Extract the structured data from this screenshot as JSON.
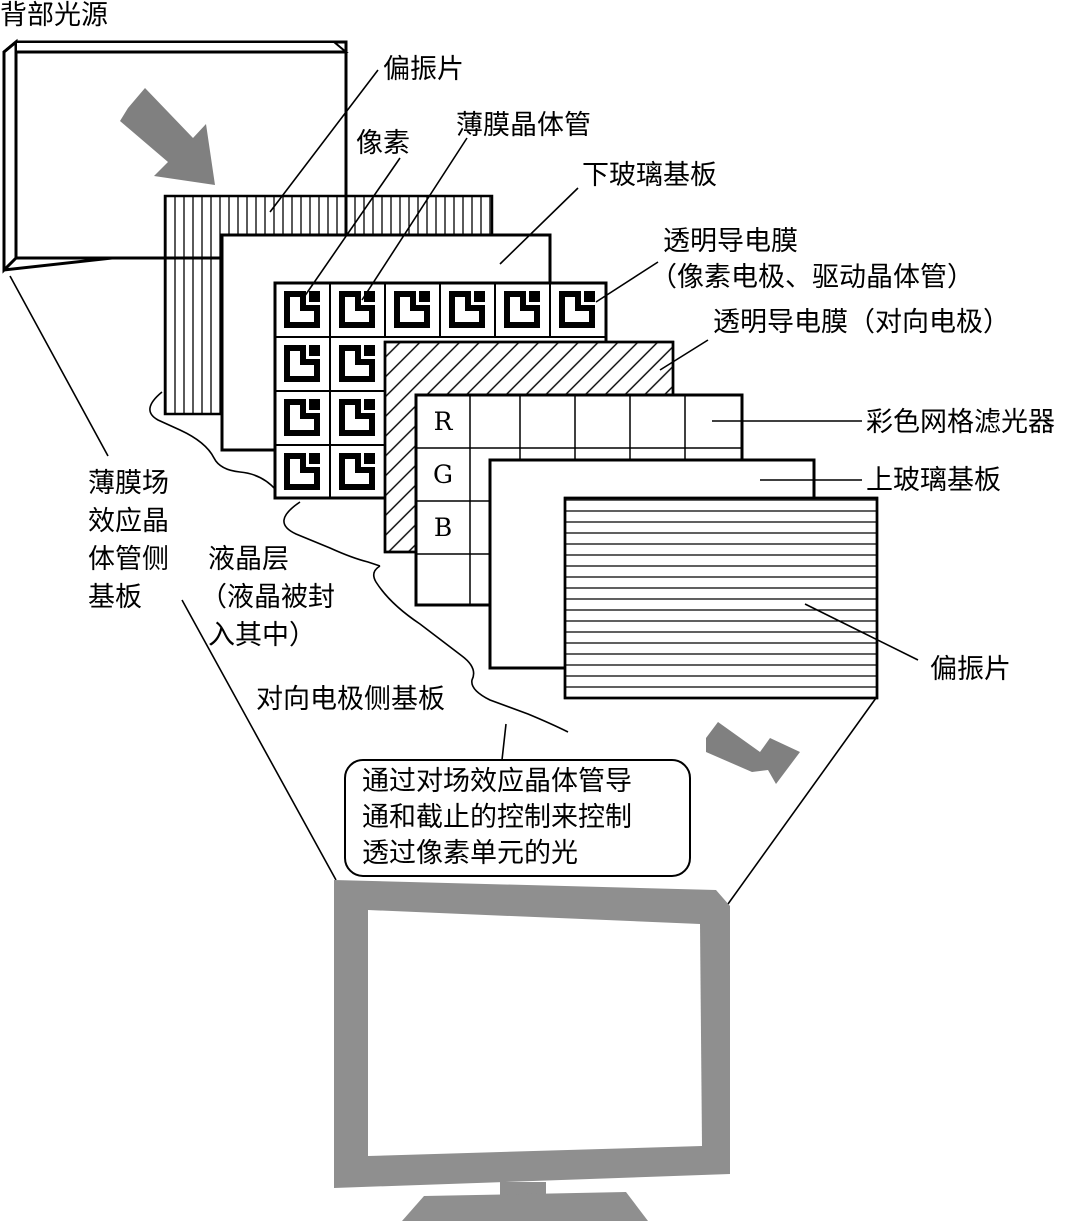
{
  "labels": {
    "backlight": "背部光源",
    "polarizer_top": "偏振片",
    "pixel": "像素",
    "tft": "薄膜晶体管",
    "lower_glass": "下玻璃基板",
    "transparent_film_1_line1": "透明导电膜",
    "transparent_film_1_line2": "（像素电极、驱动晶体管）",
    "transparent_film_2": "透明导电膜（对向电极）",
    "color_filter": "彩色网格滤光器",
    "upper_glass": "上玻璃基板",
    "polarizer_bottom": "偏振片",
    "tft_substrate": [
      "薄膜场",
      "效应晶",
      "体管侧",
      "基板"
    ],
    "lc_layer": [
      "液晶层",
      "（液晶被封",
      "入其中）"
    ],
    "counter_substrate": "对向电极侧基板",
    "callout": [
      "通过对场效应晶体管导",
      "通和截止的控制来控制",
      "透过像素单元的光"
    ]
  },
  "rgb": [
    "R",
    "G",
    "B"
  ],
  "colors": {
    "arrow": "#808080",
    "monitor": "#8f8f8f",
    "stroke": "#000000"
  }
}
